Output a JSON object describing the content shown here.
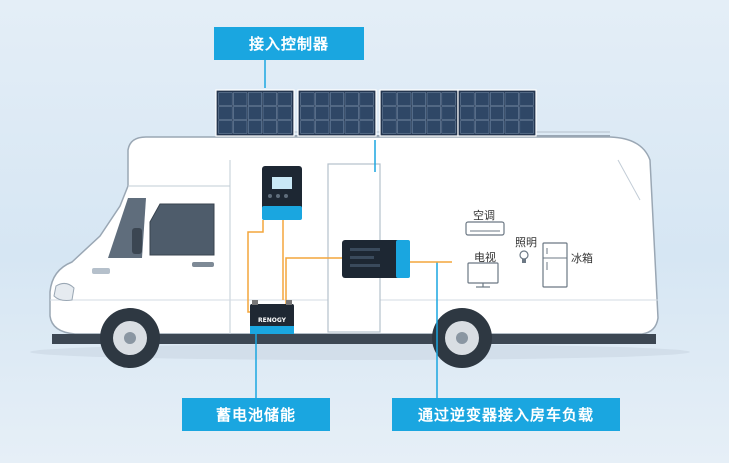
{
  "callouts": {
    "controller": "接入控制器",
    "battery": "蓄电池储能",
    "inverter": "通过逆变器接入房车负载"
  },
  "appliances": {
    "air_conditioner": "空调",
    "tv": "电视",
    "lighting": "照明",
    "fridge": "冰箱"
  },
  "battery_brand": "RENOGY",
  "colors": {
    "callout_blue": "#1aa6e0",
    "wire_orange": "#f4a53c",
    "panel_dark": "#23354f",
    "rv_body": "#ffffff"
  }
}
